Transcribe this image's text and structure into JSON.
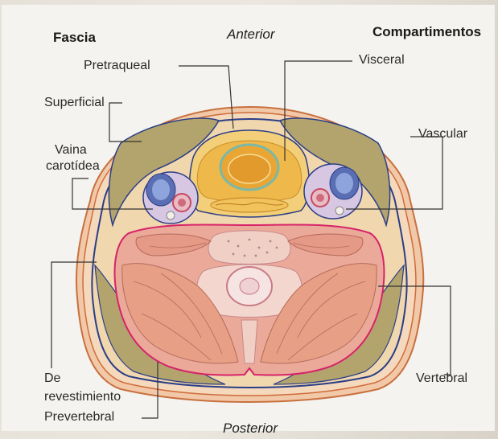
{
  "headers": {
    "left": "Fascia",
    "right": "Compartimentos"
  },
  "orientation": {
    "top": "Anterior",
    "bottom": "Posterior"
  },
  "fascia_labels": {
    "pretraqueal": "Pretraqueal",
    "superficial": "Superficial",
    "vaina_line1": "Vaina",
    "vaina_line2": "carotídea",
    "revest_line1": "De",
    "revest_line2": "revestimiento",
    "prevertebral": "Prevertebral"
  },
  "compartment_labels": {
    "visceral": "Visceral",
    "vascular": "Vascular",
    "vertebral": "Vertebral"
  },
  "colors": {
    "skin": "#f0c3a0",
    "muscle": "#e8a487",
    "vertebral_region": "#eba99a",
    "visceral": "#f2c35c",
    "vascular_vein": "#5a6fb3",
    "investing_fascia": "#2b3e86",
    "prevertebral_fascia": "#d6246a",
    "sternocleidomastoid": "#b3a46d"
  }
}
